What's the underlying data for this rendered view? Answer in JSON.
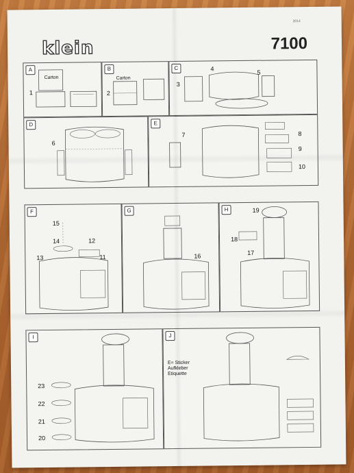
{
  "brand": {
    "logo": "klein",
    "model": "7100",
    "corner_code": "2014"
  },
  "panels": [
    {
      "id": "A",
      "label": "A",
      "carton": "Carton",
      "numbers": [
        "1"
      ]
    },
    {
      "id": "B",
      "label": "B",
      "carton": "Carton",
      "numbers": [
        "2"
      ]
    },
    {
      "id": "C",
      "label": "C",
      "numbers": [
        "3",
        "4",
        "5"
      ]
    },
    {
      "id": "D",
      "label": "D",
      "numbers": [
        "6"
      ]
    },
    {
      "id": "E",
      "label": "E",
      "numbers": [
        "7",
        "8",
        "9",
        "10"
      ]
    },
    {
      "id": "F",
      "label": "F",
      "numbers": [
        "15",
        "14",
        "12",
        "13",
        "11"
      ]
    },
    {
      "id": "G",
      "label": "G",
      "numbers": [
        "16"
      ]
    },
    {
      "id": "H",
      "label": "H",
      "numbers": [
        "19",
        "18",
        "17"
      ]
    },
    {
      "id": "I",
      "label": "I",
      "numbers": [
        "23",
        "22",
        "21",
        "20"
      ]
    },
    {
      "id": "J",
      "label": "J",
      "sticker_note": [
        "E= Sticker",
        "Aufkleber",
        "Etiquette"
      ]
    }
  ]
}
